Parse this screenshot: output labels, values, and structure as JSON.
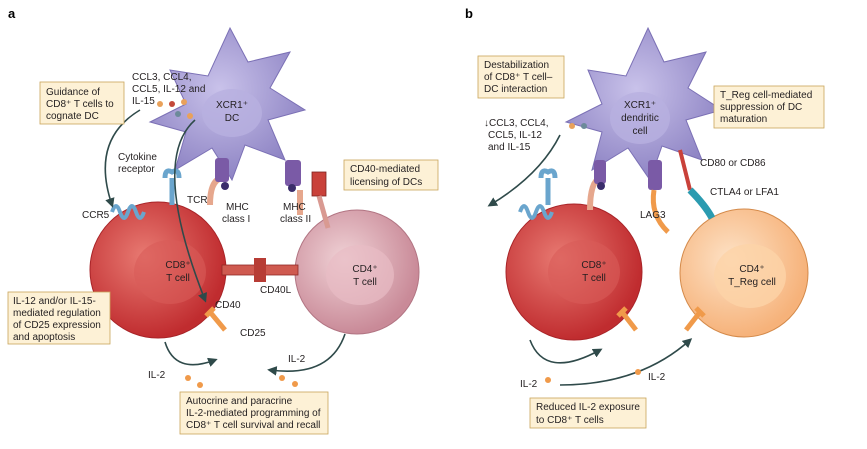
{
  "panel_a": {
    "label": "a",
    "box_guidance": [
      "Guidance of",
      "CD8⁺ T cells to",
      "cognate DC"
    ],
    "chemokines": [
      "CCL3, CCL4,",
      "CCL5, IL-12 and",
      "IL-15"
    ],
    "dc_label": [
      "XCR1⁺",
      "DC"
    ],
    "cytokine_receptor": [
      "Cytokine",
      "receptor"
    ],
    "tcr": "TCR",
    "ccr5": "CCR5",
    "mhc1": [
      "MHC",
      "class I"
    ],
    "mhc2": [
      "MHC",
      "class II"
    ],
    "box_licensing": [
      "CD40-mediated",
      "licensing of DCs"
    ],
    "cd8_label": [
      "CD8⁺",
      "T cell"
    ],
    "cd4_label": [
      "CD4⁺",
      "T cell"
    ],
    "cd40": "CD40",
    "cd40l": "CD40L",
    "box_il12": [
      "IL-12 and/or IL-15-",
      "mediated regulation",
      "of CD25 expression",
      "and apoptosis"
    ],
    "cd25": "CD25",
    "il2_left": "IL-2",
    "il2_right": "IL-2",
    "box_autocrine": [
      "Autocrine and paracrine",
      "IL-2-mediated programming of",
      "CD8⁺ T cell survival and recall"
    ]
  },
  "panel_b": {
    "label": "b",
    "box_destab": [
      "Destabilization",
      "of CD8⁺ T cell–",
      "DC interaction"
    ],
    "chemokines": [
      "↓CCL3, CCL4,",
      "CCL5, IL-12",
      "and IL-15"
    ],
    "dc_label": [
      "XCR1⁺",
      "dendritic",
      "cell"
    ],
    "box_treg": [
      "T_Reg cell-mediated",
      "suppression of DC",
      "maturation"
    ],
    "cd80": "CD80 or CD86",
    "ctla4": "CTLA4 or LFA1",
    "lag3": "LAG3",
    "cd8_label": [
      "CD8⁺",
      "T cell"
    ],
    "treg_label": [
      "CD4⁺",
      "T_Reg cell"
    ],
    "il2_left": "IL-2",
    "il2_right": "IL-2",
    "box_reduced": [
      "Reduced IL-2 exposure",
      "to CD8⁺ T cells"
    ]
  },
  "colors": {
    "dc": "#a89fd4",
    "cd8": "#cf3c3c",
    "cd4": "#d9a2ae",
    "treg": "#f7c593",
    "box_fill": "#fdf1d6",
    "receptor_blue": "#8fc1e0"
  }
}
